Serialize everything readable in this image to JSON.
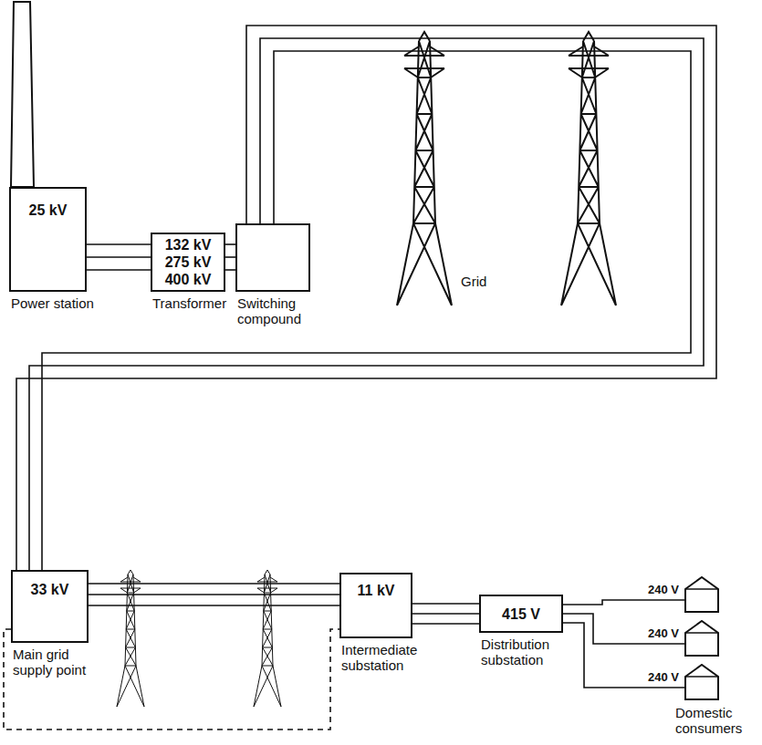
{
  "diagram": {
    "nodes": [
      {
        "text": [
          "25 kV",
          "Power station"
        ]
      },
      {
        "text": [
          "132 kV",
          "275 kV",
          "400 kV",
          "Transformer"
        ]
      },
      {
        "text": [
          "Switching compound"
        ]
      },
      {
        "text": [
          "33 kV",
          "Main grid supply point"
        ]
      },
      {
        "text": [
          "11 kV",
          "Intermediate substation"
        ]
      },
      {
        "text": [
          "415 V",
          "Distribution substation"
        ]
      },
      {
        "text": [
          "240 V"
        ]
      },
      {
        "text": [
          "240 V"
        ]
      },
      {
        "text": [
          "240 V"
        ]
      }
    ],
    "edges": [
      {
        "from": 0,
        "to": 1,
        "arrow": "none"
      },
      {
        "from": 1,
        "to": 2,
        "arrow": "none"
      },
      {
        "from": 2,
        "to": 3,
        "arrow": "none"
      },
      {
        "from": 3,
        "to": 4,
        "arrow": "none"
      },
      {
        "from": 3,
        "to": 4,
        "arrow": "none"
      },
      {
        "from": 4,
        "to": 5,
        "arrow": "none"
      },
      {
        "from": 5,
        "to": 6,
        "arrow": "none"
      },
      {
        "from": 5,
        "to": 7,
        "arrow": "none"
      },
      {
        "from": 5,
        "to": 8,
        "arrow": "none"
      }
    ],
    "labels": [
      "Grid",
      "Domestic consumers"
    ]
  }
}
